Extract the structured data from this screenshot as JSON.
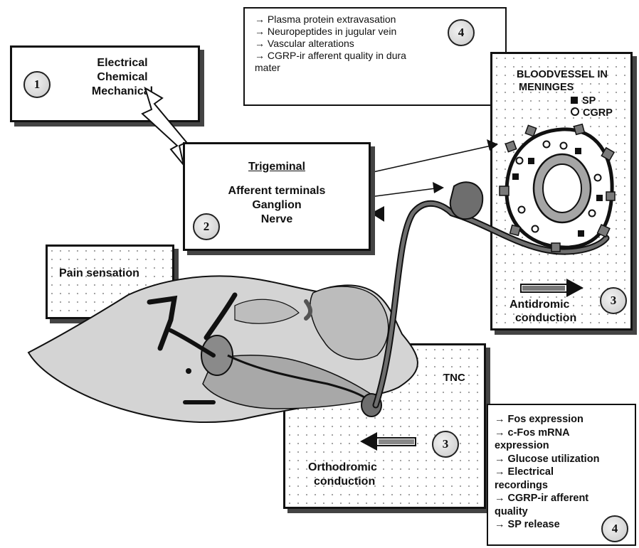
{
  "stimuli": {
    "number": "1",
    "lines": [
      "Electrical",
      "Chemical",
      "Mechanical"
    ]
  },
  "trigeminal": {
    "number": "2",
    "title": "Trigeminal",
    "lines": [
      "Afferent terminals",
      "Ganglion",
      "Nerve"
    ]
  },
  "peripheral_effects": {
    "number": "4",
    "items": [
      "→ Plasma protein extravasation",
      "→ Neuropeptides in jugular vein",
      "→ Vascular alterations",
      "→ CGRP-ir afferent quality in dura",
      "mater"
    ]
  },
  "meninges": {
    "title_line1": "BLOODVESSEL IN",
    "title_line2": "MENINGES",
    "legend": [
      {
        "marker": "filled-square",
        "label": "SP"
      },
      {
        "marker": "open-circle",
        "label": "CGRP"
      }
    ],
    "conduction_line1": "Antidromic",
    "conduction_line2": "conduction",
    "number": "3"
  },
  "pain": {
    "label": "Pain sensation"
  },
  "tnc": {
    "label": "TNC",
    "conduction_line1": "Orthodromic",
    "conduction_line2": "conduction",
    "number": "3"
  },
  "central_effects": {
    "number": "4",
    "items": [
      "→ Fos expression",
      "→ c-Fos mRNA",
      "expression",
      "→ Glucose utilization",
      "→ Electrical",
      "recordings",
      "→ CGRP-ir afferent",
      "quality",
      "→ SP release"
    ]
  },
  "colors": {
    "outline": "#111111",
    "nerve": "#6e6e6e",
    "brain_light": "#cfcfcf",
    "brain_mid": "#a9a9a9",
    "vessel": "#a5a5a5"
  }
}
